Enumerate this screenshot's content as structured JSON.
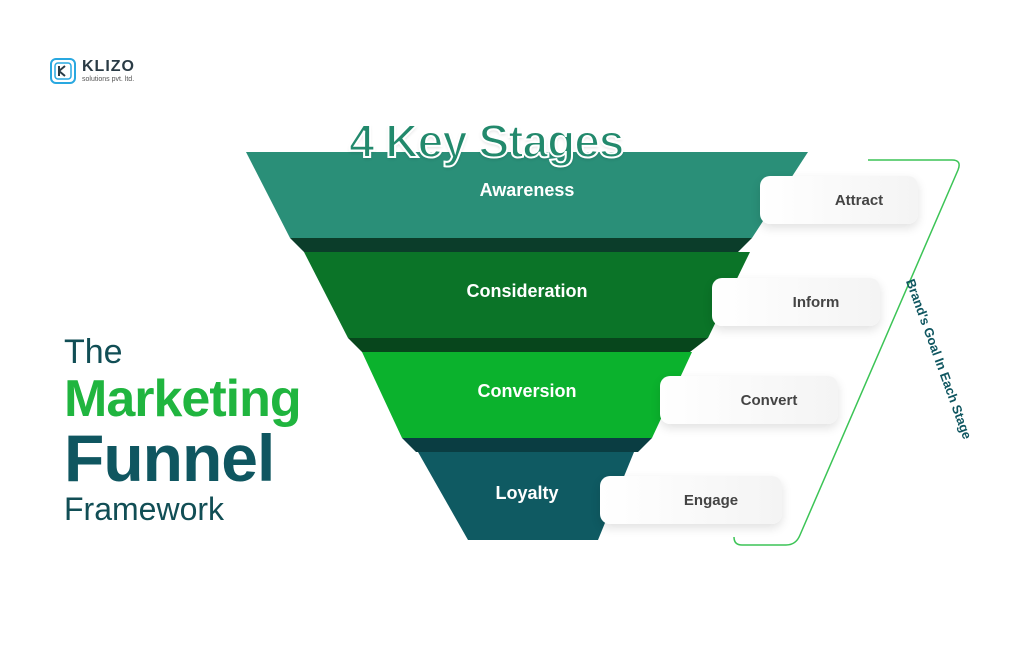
{
  "logo": {
    "name": "KLIZO",
    "subtitle": "solutions pvt. ltd."
  },
  "title": {
    "line1": "The",
    "line2": "Marketing",
    "line3": "Funnel",
    "line4": "Framework"
  },
  "heading": "4 Key Stages",
  "stages": [
    {
      "label": "Awareness",
      "goal": "Attract",
      "color": "#2a8f78"
    },
    {
      "label": "Consideration",
      "goal": "Inform",
      "color": "#0b7428"
    },
    {
      "label": "Conversion",
      "goal": "Convert",
      "color": "#0bb22d"
    },
    {
      "label": "Loyalty",
      "goal": "Engage",
      "color": "#0f5a62"
    }
  ],
  "side_label": "Brand's Goal In Each Stage",
  "colors": {
    "accent_green": "#20b53f",
    "dark_teal": "#0f5660",
    "bracket": "#3cc456"
  }
}
